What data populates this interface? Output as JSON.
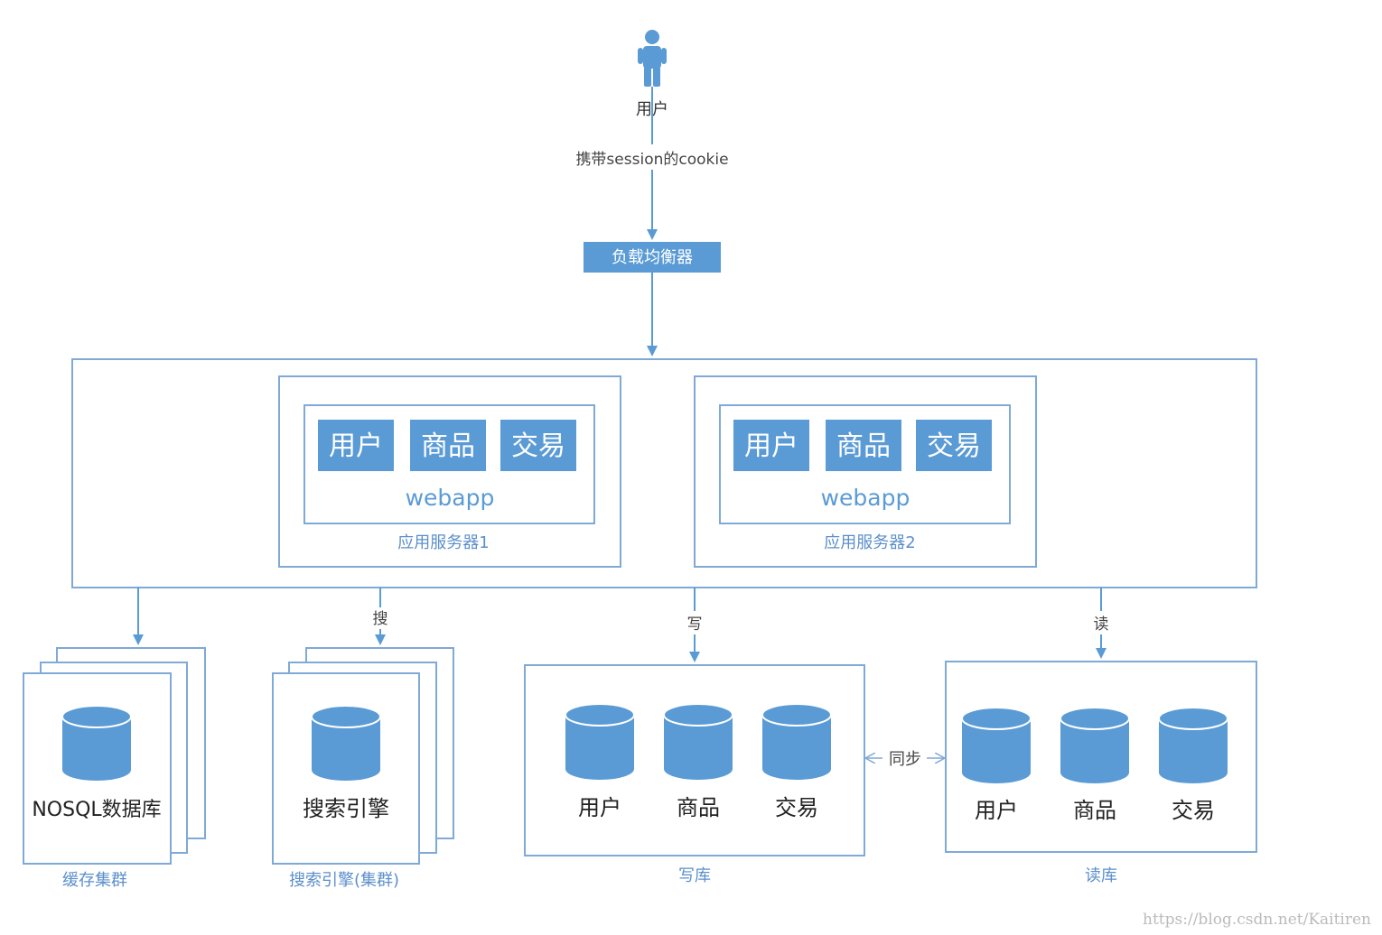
{
  "user": {
    "label": "用户"
  },
  "edge_user_lb": "携带session的cookie",
  "load_balancer": "负载均衡器",
  "app_servers": [
    {
      "modules": [
        "用户",
        "商品",
        "交易"
      ],
      "webapp": "webapp",
      "label": "应用服务器1"
    },
    {
      "modules": [
        "用户",
        "商品",
        "交易"
      ],
      "webapp": "webapp",
      "label": "应用服务器2"
    }
  ],
  "edges": {
    "search": "搜",
    "write": "写",
    "read": "读",
    "sync": "同步"
  },
  "cache_cluster": {
    "inner": "NOSQL数据库",
    "label": "缓存集群"
  },
  "search_cluster": {
    "inner": "搜索引擎",
    "label": "搜索引擎(集群)"
  },
  "write_db": {
    "tables": [
      "用户",
      "商品",
      "交易"
    ],
    "label": "写库"
  },
  "read_db": {
    "tables": [
      "用户",
      "商品",
      "交易"
    ],
    "label": "读库"
  },
  "watermark": "https://blog.csdn.net/Kaitiren",
  "colors": {
    "accent": "#5B9BD5",
    "line": "#7FA9D6",
    "text_label": "#5B8FCB",
    "text_dark": "#222222"
  }
}
